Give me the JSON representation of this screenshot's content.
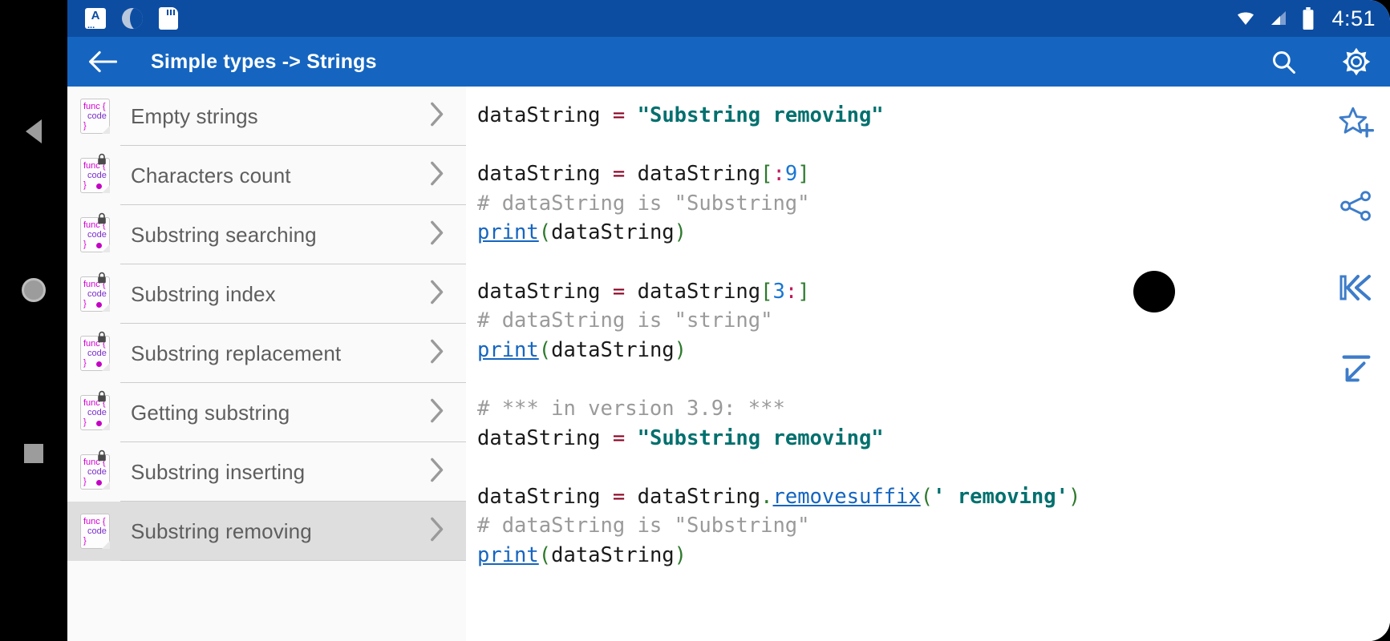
{
  "statusbar": {
    "time": "4:51",
    "icons": [
      "a-keyboard-icon",
      "sync-icon",
      "sd-card-icon",
      "wifi-icon",
      "signal-icon",
      "battery-icon"
    ]
  },
  "toolbar": {
    "back_label": "back-arrow-icon",
    "title": "Simple types -> Strings",
    "search_label": "search-icon",
    "settings_label": "gear-icon"
  },
  "sidebar": {
    "items": [
      {
        "label": "Empty strings",
        "locked": false,
        "selected": false,
        "dot": false
      },
      {
        "label": "Characters count",
        "locked": true,
        "selected": false,
        "dot": true
      },
      {
        "label": "Substring searching",
        "locked": true,
        "selected": false,
        "dot": true
      },
      {
        "label": "Substring index",
        "locked": true,
        "selected": false,
        "dot": true
      },
      {
        "label": "Substring replacement",
        "locked": true,
        "selected": false,
        "dot": true
      },
      {
        "label": "Getting substring",
        "locked": true,
        "selected": false,
        "dot": true
      },
      {
        "label": "Substring inserting",
        "locked": true,
        "selected": false,
        "dot": true
      },
      {
        "label": "Substring removing",
        "locked": false,
        "selected": true,
        "dot": false
      }
    ],
    "icon_text": {
      "line1": "func {",
      "line2": "code",
      "line3": "}"
    }
  },
  "code": {
    "lines": [
      [
        {
          "t": "dataString ",
          "c": ""
        },
        {
          "t": "=",
          "c": "op"
        },
        {
          "t": " ",
          "c": ""
        },
        {
          "t": "\"Substring removing\"",
          "c": "str"
        }
      ],
      [
        {
          "t": "",
          "c": ""
        }
      ],
      [
        {
          "t": "dataString ",
          "c": ""
        },
        {
          "t": "=",
          "c": "op"
        },
        {
          "t": " dataString",
          "c": ""
        },
        {
          "t": "[",
          "c": "brk"
        },
        {
          "t": ":",
          "c": "col"
        },
        {
          "t": "9",
          "c": "num"
        },
        {
          "t": "]",
          "c": "brk"
        }
      ],
      [
        {
          "t": "# dataString is \"Substring\"",
          "c": "cmt"
        }
      ],
      [
        {
          "t": "print",
          "c": "fn"
        },
        {
          "t": "(",
          "c": "brk"
        },
        {
          "t": "dataString",
          "c": ""
        },
        {
          "t": ")",
          "c": "brk"
        }
      ],
      [
        {
          "t": "",
          "c": ""
        }
      ],
      [
        {
          "t": "dataString ",
          "c": ""
        },
        {
          "t": "=",
          "c": "op"
        },
        {
          "t": " dataString",
          "c": ""
        },
        {
          "t": "[",
          "c": "brk"
        },
        {
          "t": "3",
          "c": "num"
        },
        {
          "t": ":",
          "c": "col"
        },
        {
          "t": "]",
          "c": "brk"
        }
      ],
      [
        {
          "t": "# dataString is \"string\"",
          "c": "cmt"
        }
      ],
      [
        {
          "t": "print",
          "c": "fn"
        },
        {
          "t": "(",
          "c": "brk"
        },
        {
          "t": "dataString",
          "c": ""
        },
        {
          "t": ")",
          "c": "brk"
        }
      ],
      [
        {
          "t": "",
          "c": ""
        }
      ],
      [
        {
          "t": "# *** in version 3.9: ***",
          "c": "cmt"
        }
      ],
      [
        {
          "t": "dataString ",
          "c": ""
        },
        {
          "t": "=",
          "c": "op"
        },
        {
          "t": " ",
          "c": ""
        },
        {
          "t": "\"Substring removing\"",
          "c": "str"
        }
      ],
      [
        {
          "t": "",
          "c": ""
        }
      ],
      [
        {
          "t": "dataString ",
          "c": ""
        },
        {
          "t": "=",
          "c": "op"
        },
        {
          "t": " dataString",
          "c": ""
        },
        {
          "t": ".",
          "c": "punct"
        },
        {
          "t": "removesuffix",
          "c": "fn"
        },
        {
          "t": "(",
          "c": "brk"
        },
        {
          "t": "' removing'",
          "c": "str"
        },
        {
          "t": ")",
          "c": "brk"
        }
      ],
      [
        {
          "t": "# dataString is \"Substring\"",
          "c": "cmt"
        }
      ],
      [
        {
          "t": "print",
          "c": "fn"
        },
        {
          "t": "(",
          "c": "brk"
        },
        {
          "t": "dataString",
          "c": ""
        },
        {
          "t": ")",
          "c": "brk"
        }
      ]
    ]
  },
  "rail": {
    "items": [
      {
        "name": "star-add-icon"
      },
      {
        "name": "share-icon"
      },
      {
        "name": "skip-to-start-icon"
      },
      {
        "name": "collapse-down-left-icon"
      }
    ]
  },
  "navbar": {
    "back": "nav-back-icon",
    "home": "nav-home-icon",
    "recents": "nav-recents-icon"
  },
  "colors": {
    "statusbar_blue": "#0c4da2",
    "toolbar_blue": "#1565c0",
    "accent_blue": "#3d7cc9",
    "string_teal": "#00706e",
    "comment_gray": "#9a9a9a",
    "selected_row": "#dedede"
  }
}
